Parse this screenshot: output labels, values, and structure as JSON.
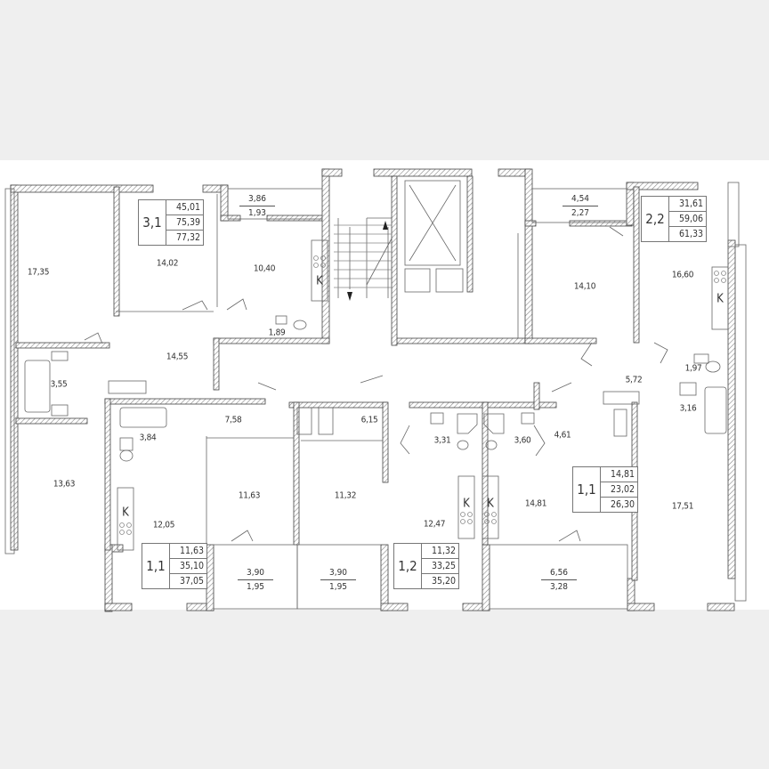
{
  "plan": {
    "type": "floor-plan",
    "apartments": [
      {
        "id": "3.1",
        "number": "3,1",
        "living_area": "45,01",
        "total_area": "75,39",
        "total_with_balcony": "77,32"
      },
      {
        "id": "2.2",
        "number": "2,2",
        "living_area": "31,61",
        "total_area": "59,06",
        "total_with_balcony": "61,33"
      },
      {
        "id": "1.1-left",
        "number": "1,1",
        "living_area": "11,63",
        "total_area": "35,10",
        "total_with_balcony": "37,05"
      },
      {
        "id": "1.2",
        "number": "1,2",
        "living_area": "11,32",
        "total_area": "33,25",
        "total_with_balcony": "35,20"
      },
      {
        "id": "1.1-right",
        "number": "1,1",
        "living_area": "14,81",
        "total_area": "23,02",
        "total_with_balcony": "26,30"
      }
    ],
    "rooms": [
      {
        "name": "room-17-35",
        "area": "17,35"
      },
      {
        "name": "room-14-02",
        "area": "14,02"
      },
      {
        "name": "kitchen-10-40",
        "area": "10,40"
      },
      {
        "name": "wc-1-89",
        "area": "1,89"
      },
      {
        "name": "hall-14-55",
        "area": "14,55"
      },
      {
        "name": "bath-3-55",
        "area": "3,55"
      },
      {
        "name": "room-13-63",
        "area": "13,63"
      },
      {
        "name": "bath-3-84",
        "area": "3,84"
      },
      {
        "name": "hall-7-58",
        "area": "7,58"
      },
      {
        "name": "kitchen-12-05",
        "area": "12,05"
      },
      {
        "name": "room-11-63",
        "area": "11,63"
      },
      {
        "name": "room-11-32",
        "area": "11,32"
      },
      {
        "name": "hall-6-15",
        "area": "6,15"
      },
      {
        "name": "bath-3-31",
        "area": "3,31"
      },
      {
        "name": "bath-3-60",
        "area": "3,60"
      },
      {
        "name": "kitchen-12-47",
        "area": "12,47"
      },
      {
        "name": "studio-14-81",
        "area": "14,81"
      },
      {
        "name": "hall-4-61",
        "area": "4,61"
      },
      {
        "name": "room-14-10",
        "area": "14,10"
      },
      {
        "name": "kitchen-16-60",
        "area": "16,60"
      },
      {
        "name": "wc-1-97",
        "area": "1,97"
      },
      {
        "name": "hall-5-72",
        "area": "5,72"
      },
      {
        "name": "bath-3-16",
        "area": "3,16"
      },
      {
        "name": "room-17-51",
        "area": "17,51"
      }
    ],
    "balconies": [
      {
        "name": "balcony-top-left",
        "area": "3,86",
        "reduced": "1,93"
      },
      {
        "name": "balcony-top-right",
        "area": "4,54",
        "reduced": "2,27"
      },
      {
        "name": "balcony-bottom-1",
        "area": "3,90",
        "reduced": "1,95"
      },
      {
        "name": "balcony-bottom-2",
        "area": "3,90",
        "reduced": "1,95"
      },
      {
        "name": "balcony-bottom-3",
        "area": "6,56",
        "reduced": "3,28"
      }
    ],
    "kitchen_marker": "K",
    "colors": {
      "background": "#efefef",
      "sheet": "#ffffff",
      "wall": "#555555",
      "line": "#777777"
    }
  }
}
